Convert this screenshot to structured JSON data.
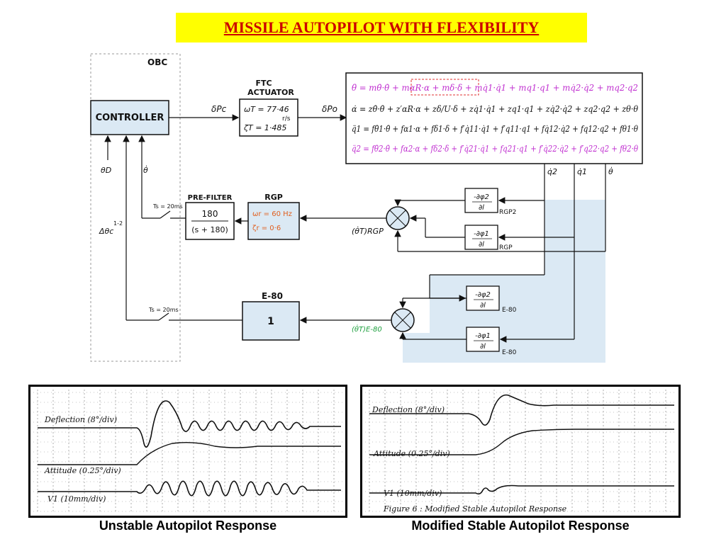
{
  "title": "MISSILE AUTOPILOT WITH FLEXIBILITY",
  "blocks": {
    "obc": "OBC",
    "controller": "CONTROLLER",
    "ftc_title_1": "FTC",
    "ftc_title_2": "ACTUATOR",
    "ftc_param_1": "ωT = 77·46",
    "ftc_param_1_unit": "r/s",
    "ftc_param_2": "ζT = 1·485",
    "prefilter_title": "PRE-FILTER",
    "prefilter_num": "180",
    "prefilter_den": "(s + 180)",
    "rgp_title": "RGP",
    "rgp_param_1": "ωr = 60 Hz",
    "rgp_param_2": "ζr = 0·6",
    "e80_title": "E-80",
    "e80_gain": "1",
    "dphi2": "-∂φ2",
    "dl": "∂l",
    "dphi1": "-∂φ1"
  },
  "signals": {
    "delta_pc": "δPc",
    "delta_po": "δPo",
    "theta_d": "θD",
    "theta_dot": "θ̇",
    "delta_theta": "Δθc",
    "delta_theta_sup": "1-2",
    "ts_rgp": "Ts = 20ms",
    "ts_e80": "Ts = 20ms",
    "theta_t_rgp": "(θ̇T)RGP",
    "theta_t_e80": "(θ̇T)E-80",
    "q2_dot": "q̇2",
    "q1_dot": "q̇1",
    "theta_dot_out": "θ̇",
    "rgp2": "RGP2",
    "rgp1": "RGP",
    "e80_a": "E-80",
    "e80_b": "E-80"
  },
  "equations": {
    "eq1": "θ̈ = mθ̇·θ̇ + mαR·α + mδ·δ + mq̇1·q̇1 + mq1·q1 + mq̇2·q̇2 + mq2·q2",
    "eq2": "α̇ = zθ̇·θ̇ + z′αR·α + zδ/U·δ + zq̇1·q̇1 + zq1·q1 + zq̇2·q̇2 + zq2·q2 + zθ·θ",
    "eq3": "q̈1 = fθ̇1·θ̇ + fα1·α + fδ1·δ + f′q̇11·q̇1 + f′q11·q1 + fq̇12·q̇2 + fq12·q2 + fθ1·θ",
    "eq4": "q̈2 = fθ̇2·θ̇ + fα2·α + fδ2·δ + f′q̇21·q̇1 + fq21·q1 + f′q̇22·q̇2 + f′q22·q2 + fθ2·θ"
  },
  "responses": {
    "left_traces": [
      "Deflection (8°/div)",
      "Attitude (0.25°/div)",
      "V1 (10mm/div)"
    ],
    "right_traces": [
      "Deflection (8°/div)",
      "Attitude (0.25°/div)",
      "V1 (10mm/div)"
    ],
    "right_figure_caption": "Figure 6 : Modified Stable Autopilot Response",
    "left_caption": "Unstable Autopilot Response",
    "right_caption": "Modified Stable Autopilot Response"
  },
  "colors": {
    "title_bg": "#ffff00",
    "title_text": "#cc0000",
    "block_fill": "#dbe9f4",
    "rgp_param": "#e06020",
    "eq_purple": "#c030d0",
    "e80_green": "#20a040",
    "eq_box": "#e03030"
  }
}
